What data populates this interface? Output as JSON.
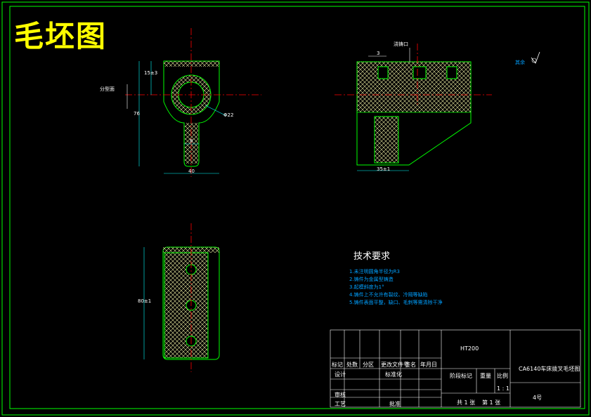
{
  "drawing": {
    "title": "毛坯图",
    "dims": {
      "d1": "15±3",
      "d2": "76",
      "d3": "40",
      "d4": "8",
      "d5": "Φ22",
      "d6": "3",
      "d7": "35±1",
      "d8": "80±1"
    },
    "labels": {
      "parting": "分型面",
      "gate": "浇铸口",
      "rest": "其余"
    },
    "requirements": {
      "heading": "技术要求",
      "items": [
        "1.未注明圆角半径为R3",
        "2.铸件为金属型铸造",
        "3.起模斜度为1°",
        "4.铸件上不允许有裂纹、冷隔等缺陷",
        "5.铸件表面平整，缺口、毛刺等需清除干净"
      ]
    }
  },
  "title_block": {
    "material": "HT200",
    "part_name": "CA6140车床拨叉毛坯图",
    "marker": "标记",
    "count": "处数",
    "zone": "分区",
    "change_doc": "更改文件号",
    "sign": "签名",
    "date": "年月日",
    "design": "设计",
    "standard": "标准化",
    "stage": "阶段标记",
    "weight": "重量",
    "scale_label": "比例",
    "scale": "1 : 1",
    "review": "审核",
    "process": "工艺",
    "approve": "批准",
    "sheet_total": "共 1 张",
    "sheet_no": "第 1 张",
    "drawing_no": "4号"
  },
  "colors": {
    "border": "#00ff00",
    "center": "#ff0000",
    "dimension": "#00ffff",
    "hatch": "#ffff80",
    "title": "#ffff00"
  }
}
